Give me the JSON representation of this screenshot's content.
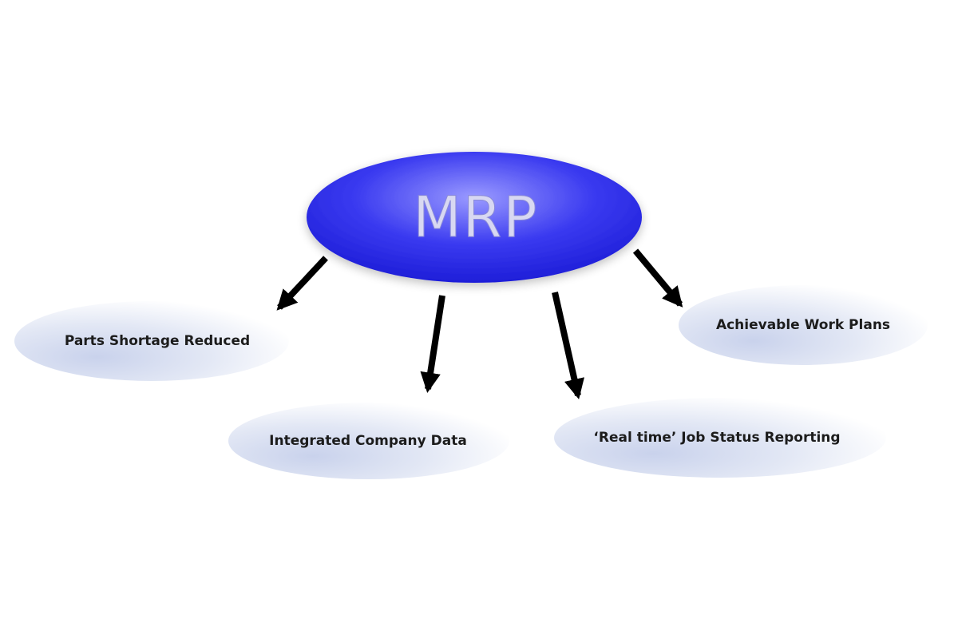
{
  "diagram": {
    "center": {
      "label": "MRP"
    },
    "outcomes": [
      {
        "id": "parts",
        "label": "Parts Shortage Reduced"
      },
      {
        "id": "integrated",
        "label": "Integrated Company Data"
      },
      {
        "id": "realtime",
        "label": "‘Real time’ Job Status Reporting"
      },
      {
        "id": "achievable",
        "label": "Achievable Work Plans"
      }
    ]
  },
  "colors": {
    "center_fill": "#2a2ae6",
    "center_highlight": "#8f8fff",
    "center_text": "#e8e8f6",
    "bubble_fill": "#d9dff0",
    "bubble_fade": "#ffffff",
    "arrow": "#000000",
    "label_text": "#1c1c1c"
  }
}
